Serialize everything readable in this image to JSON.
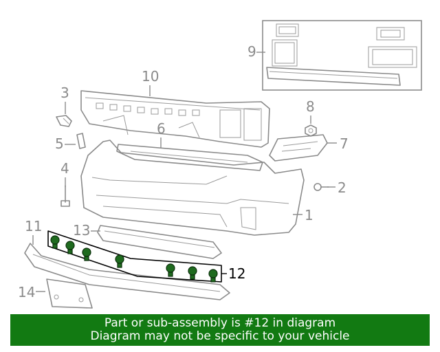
{
  "diagram": {
    "callouts": {
      "c1": "1",
      "c2": "2",
      "c3": "3",
      "c4": "4",
      "c5": "5",
      "c6": "6",
      "c7": "7",
      "c8": "8",
      "c9": "9",
      "c10": "10",
      "c11": "11",
      "c12": "12",
      "c13": "13",
      "c14": "14"
    },
    "highlighted_part": "12",
    "colors": {
      "highlight_fastener": "#1f6b1f",
      "line_gray": "#8a8a8a",
      "banner": "#127a12"
    }
  },
  "banner": {
    "line1": "Part or sub-assembly is #12 in diagram",
    "line2": "Diagram may not be specific to your vehicle"
  }
}
